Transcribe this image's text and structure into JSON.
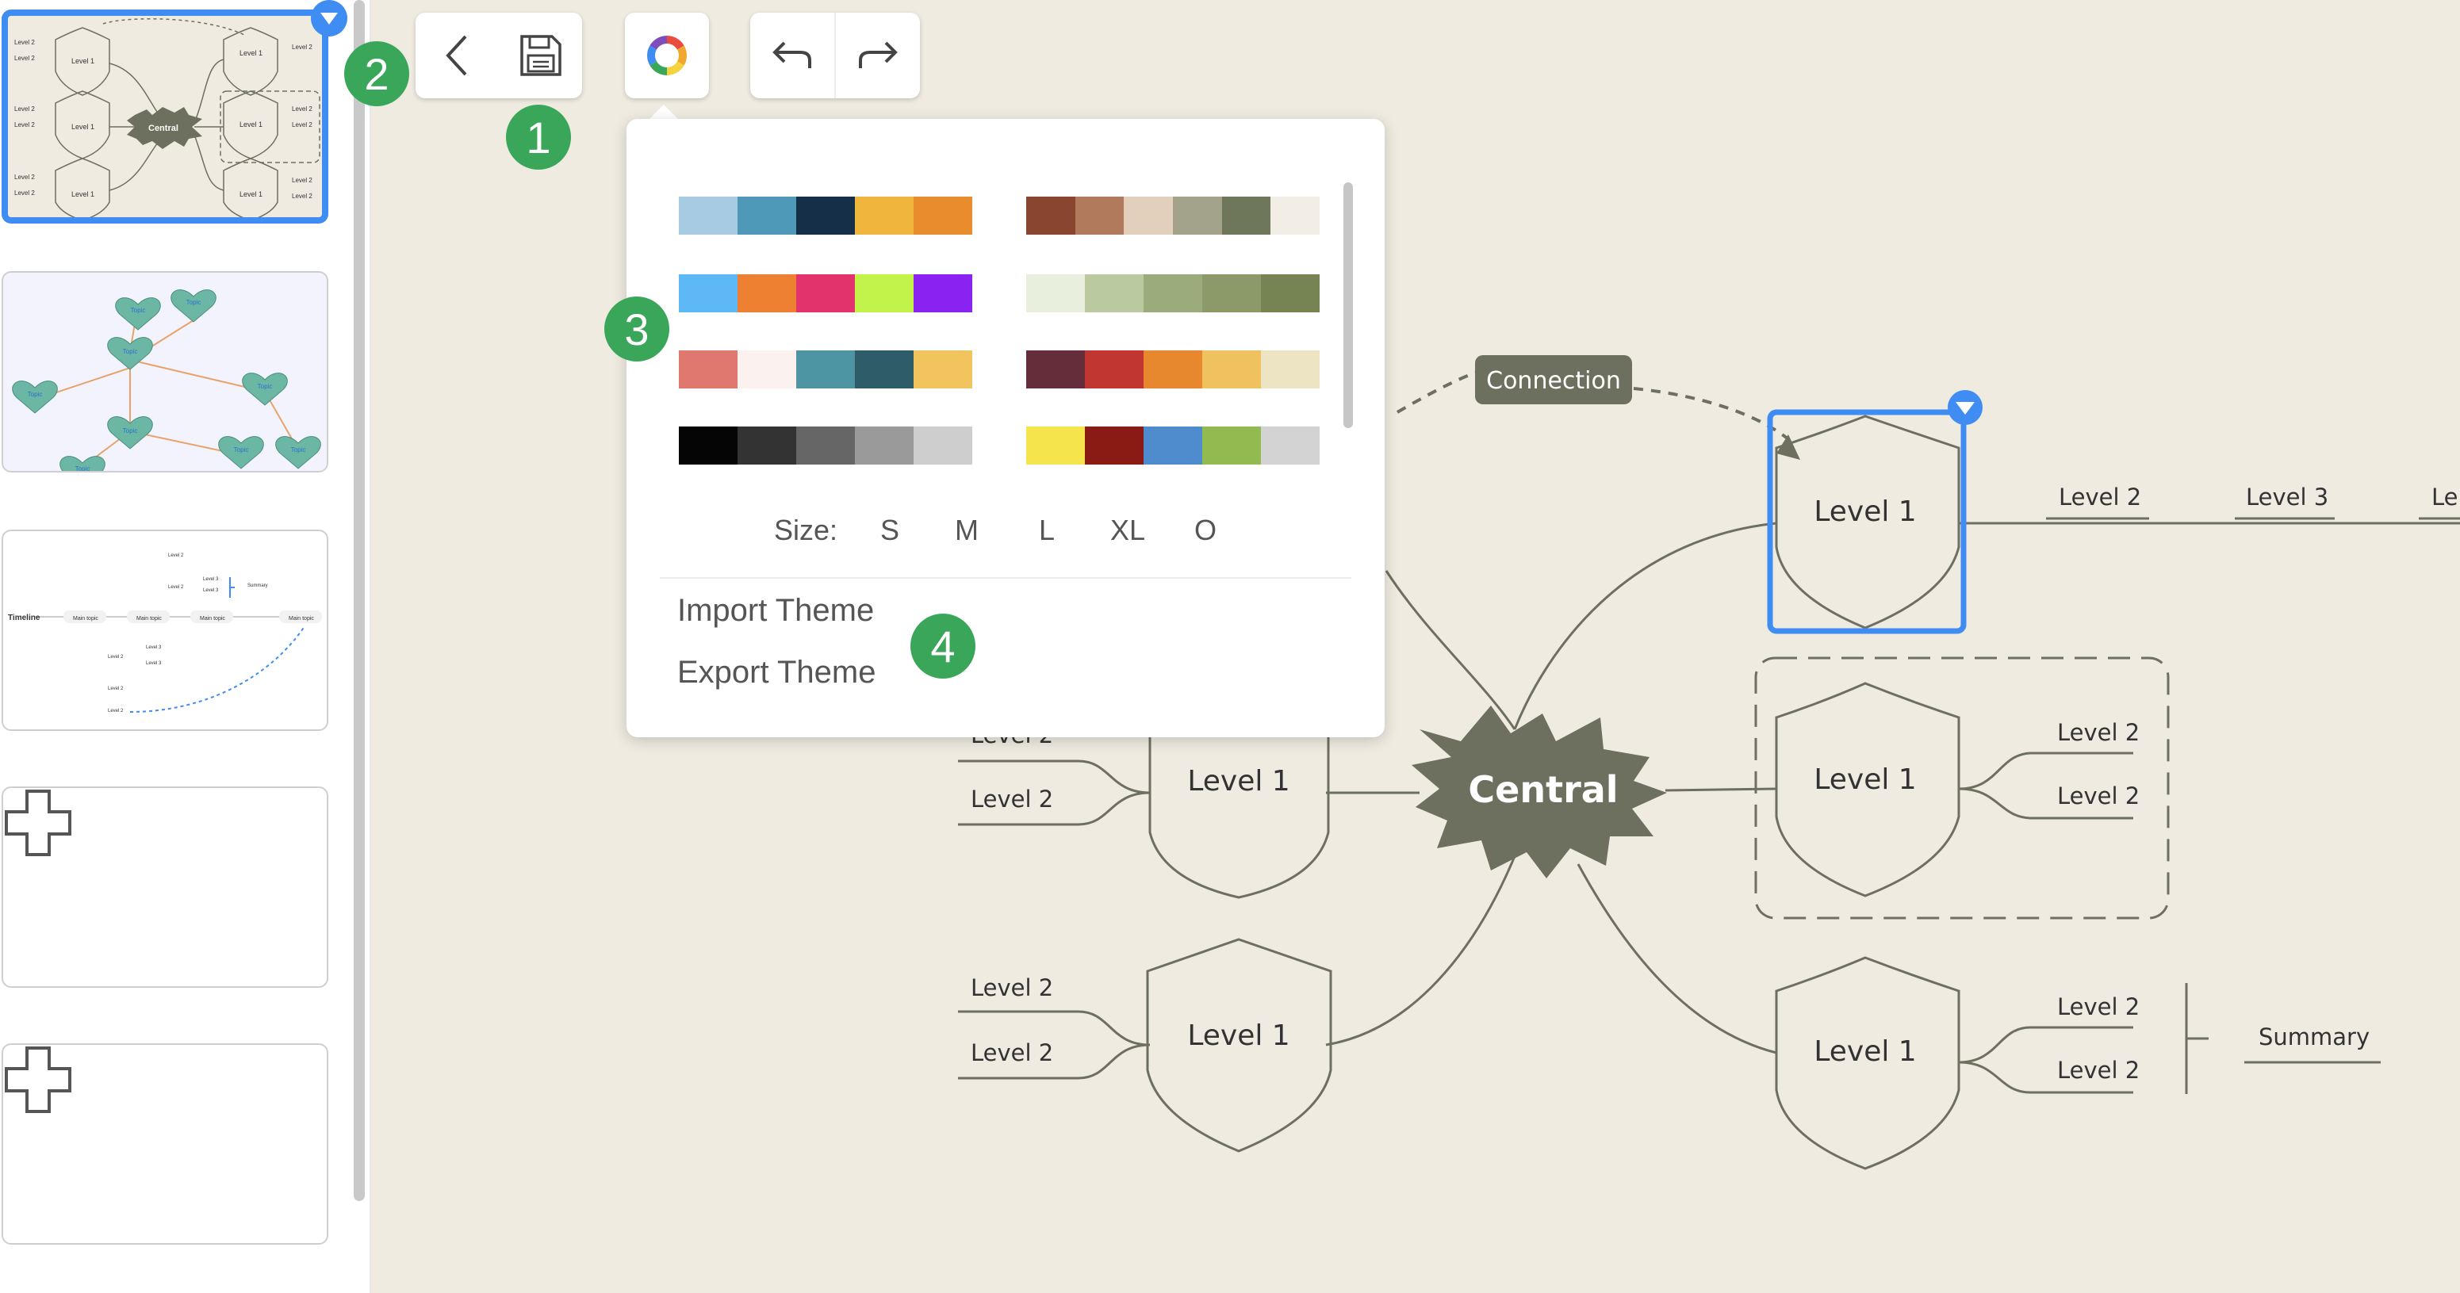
{
  "thumbnails": {
    "items": [
      {
        "labels": {
          "central": "Central",
          "level1": "Level 1",
          "level2": "Level 2"
        }
      },
      {
        "labels": {
          "topic": "Topic"
        }
      },
      {
        "labels": {
          "timeline": "Timeline",
          "main_topic": "Main topic",
          "level2": "Level 2",
          "level3": "Level 3",
          "summary": "Summary"
        }
      }
    ]
  },
  "toolbar": {
    "back_icon": "chevron-left-icon",
    "save_icon": "save-icon",
    "theme_icon": "color-wheel-icon",
    "undo_icon": "undo-icon",
    "redo_icon": "redo-icon"
  },
  "badges": {
    "b1": "1",
    "b2": "2",
    "b3": "3",
    "b4": "4"
  },
  "theme_popup": {
    "palettes_left": [
      [
        "#a6cbe3",
        "#4e98b8",
        "#162f48",
        "#f0b53c",
        "#e98c2e"
      ],
      [
        "#5db8f5",
        "#ee8131",
        "#e3336c",
        "#c2f34b",
        "#8a22f1"
      ],
      [
        "#e0786f",
        "#fbf2ef",
        "#4e95a4",
        "#2e5d69",
        "#f2c45e"
      ],
      [
        "#050505",
        "#333333",
        "#666666",
        "#9a9a9a",
        "#cecece"
      ]
    ],
    "palettes_right": [
      [
        "#8a4530",
        "#b17a5d",
        "#e2d0bd",
        "#a3a38b",
        "#6e7759",
        "#f2eee6"
      ],
      [
        "#e8f0dd",
        "#bac99f",
        "#9cab7c",
        "#8b9a68",
        "#768454"
      ],
      [
        "#652c3a",
        "#c23631",
        "#e8882e",
        "#f0c15f",
        "#ece4c2"
      ],
      [
        "#f6e44c",
        "#8a1b14",
        "#4e8cce",
        "#92ba50",
        "#d3d3d3"
      ]
    ],
    "size_label": "Size:",
    "sizes": [
      "S",
      "M",
      "L",
      "XL",
      "O"
    ],
    "import_label": "Import Theme",
    "export_label": "Export Theme"
  },
  "mindmap": {
    "central": "Central",
    "connection": "Connection",
    "level1": "Level 1",
    "level2": "Level 2",
    "level3": "Level 3",
    "level_truncated": "Le",
    "summary": "Summary",
    "colors": {
      "stroke": "#6d705e",
      "central_fill": "#6d705e",
      "selection": "#3f8cf2",
      "connection_fill": "#6d705e"
    }
  }
}
